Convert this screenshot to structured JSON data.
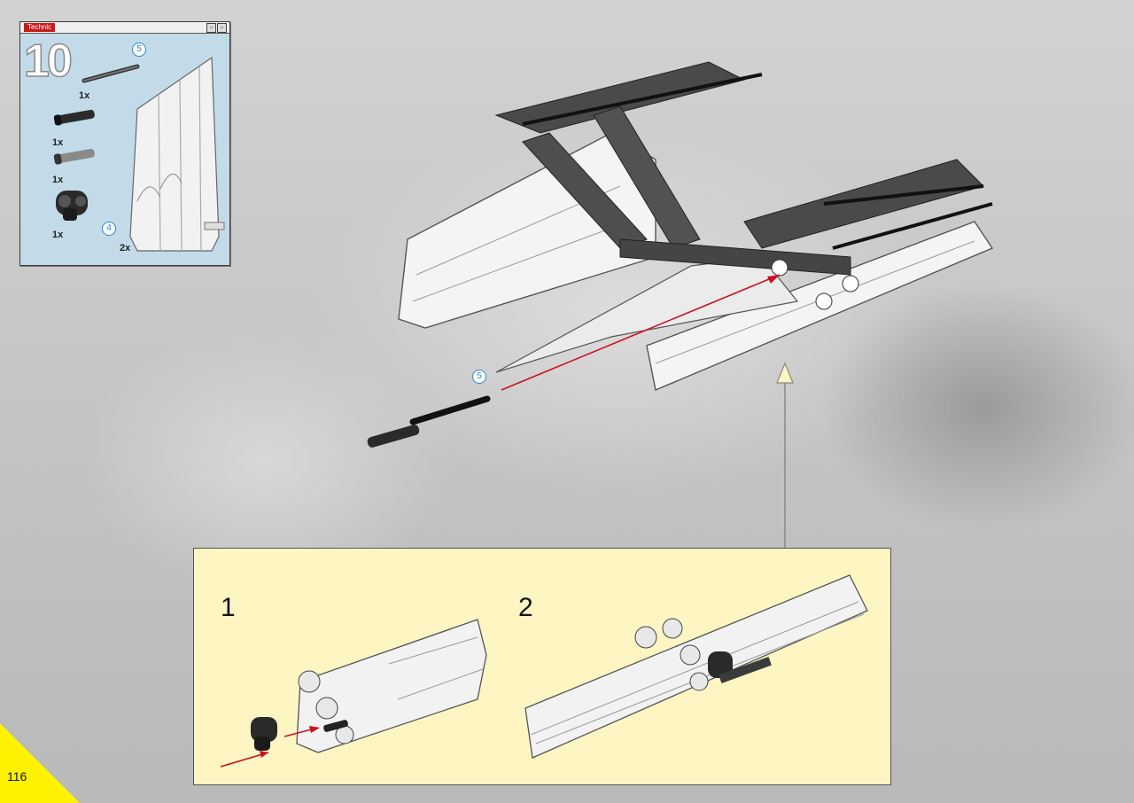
{
  "step_box": {
    "brand": "Technic",
    "step_number": "10",
    "parts": [
      {
        "icon": "axle-part-icon",
        "qty": "1x",
        "length_callout": "5"
      },
      {
        "icon": "black-axle-pin-icon",
        "qty": "1x"
      },
      {
        "icon": "grey-axle-pin-icon",
        "qty": "1x"
      },
      {
        "icon": "pin-joiner-icon",
        "qty": "1x"
      },
      {
        "icon": "wing-panel-part-icon",
        "qty": "2x",
        "length_callout": "4"
      }
    ]
  },
  "main": {
    "axle_callout": "5",
    "arrow_color": "#cc1122"
  },
  "sub_assembly": {
    "steps": [
      {
        "number": "1"
      },
      {
        "number": "2"
      }
    ]
  },
  "page": {
    "number": "116",
    "corner_color": "#fff200"
  }
}
